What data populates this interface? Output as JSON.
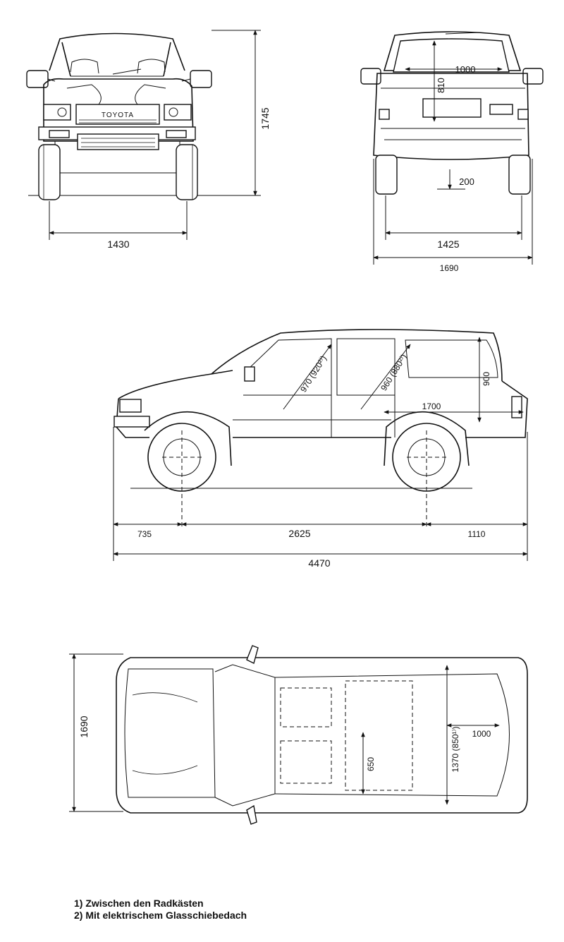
{
  "front_view": {
    "badge": "TOYOTA",
    "height": "1745",
    "track": "1430"
  },
  "rear_view": {
    "window_width": "1000",
    "window_height": "810",
    "ground_clearance": "200",
    "track": "1425",
    "width": "1690"
  },
  "side_view": {
    "front_overhang": "735",
    "wheelbase": "2625",
    "rear_overhang": "1110",
    "length": "4470",
    "front_diagonal": "970 (920²⁾)",
    "rear_diagonal": "960 (880²⁾)",
    "interior_length": "1700",
    "interior_height": "900"
  },
  "top_view": {
    "width": "1690",
    "cargo_width": "1000",
    "seat_depth": "650",
    "cargo_length": "1370 (850¹⁾)"
  },
  "footnotes": [
    "1) Zwischen den Radkästen",
    "2) Mit elektrischem Glasschiebedach"
  ]
}
